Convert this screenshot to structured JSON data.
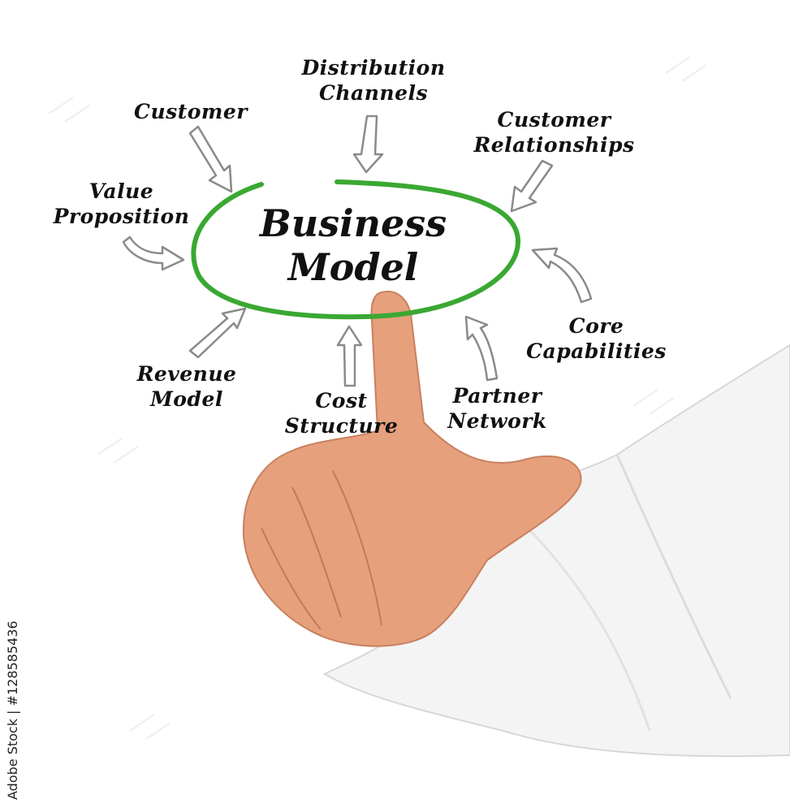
{
  "diagram": {
    "center": {
      "line1": "Business",
      "line2": "Model"
    },
    "ring_color": "#3aa832",
    "arrow_color": "#8a8a8a",
    "labels": {
      "customer": "Customer",
      "distribution_1": "Distribution",
      "distribution_2": "Channels",
      "relationships_1": "Customer",
      "relationships_2": "Relationships",
      "value_1": "Value",
      "value_2": "Proposition",
      "core_1": "Core",
      "core_2": "Capabilities",
      "revenue_1": "Revenue",
      "revenue_2": "Model",
      "cost_1": "Cost",
      "cost_2": "Structure",
      "partner_1": "Partner",
      "partner_2": "Network"
    }
  },
  "stock_watermark": "Adobe Stock | #128585436",
  "photo": {
    "skin_color": "#e6a07c",
    "sleeve_color": "#f3f3f3"
  }
}
